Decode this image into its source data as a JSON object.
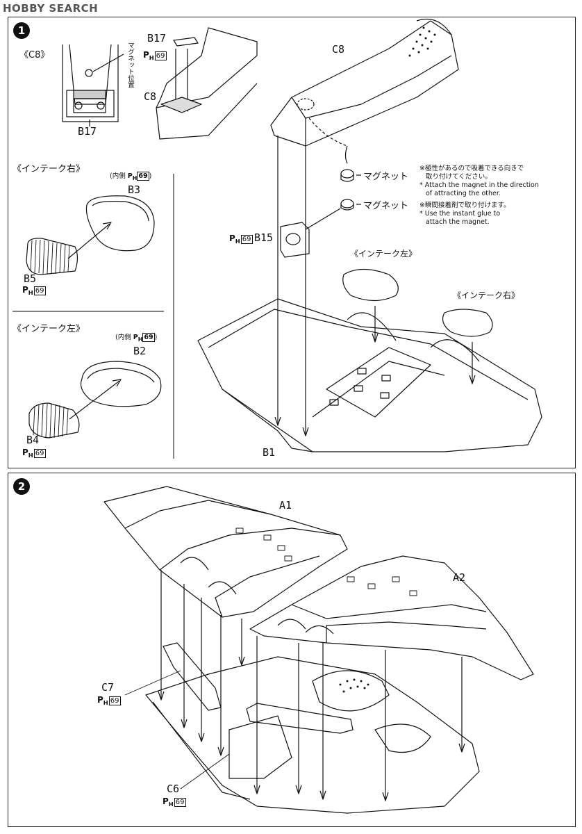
{
  "watermark": "HOBBY SEARCH",
  "step1": {
    "number": "1",
    "c8_section_label": "《C8》",
    "magnet_position_note": "マグネット位置",
    "b17": "B17",
    "b17_top": "B17",
    "c8_left": "C8",
    "c8_main": "C8",
    "ref_page": "69",
    "intake_right_heading": "《インテーク右》",
    "intake_left_heading": "《インテーク左》",
    "inner_label": "内側",
    "b3": "B3",
    "b5": "B5",
    "b2": "B2",
    "b4": "B4",
    "b15": "B15",
    "b1": "B1",
    "magnet1": "マグネット",
    "magnet2": "マグネット",
    "note1_jp": "※極性があるので吸着できる向きで取り付けてください。",
    "note1_jp_line1": "※極性があるので吸着できる向きで",
    "note1_jp_line2": "取り付けてください。",
    "note1_en_line1": "* Attach the magnet in the direction",
    "note1_en_line2": "of attracting the other.",
    "note2_jp": "※瞬間接着剤で取り付けます。",
    "note2_en_line1": "* Use the instant glue to",
    "note2_en_line2": "attach the magnet.",
    "intake_left_tag": "《インテーク左》",
    "intake_right_tag": "《インテーク右》"
  },
  "step2": {
    "number": "2",
    "a1": "A1",
    "a2": "A2",
    "c7": "C7",
    "c6": "C6",
    "ref_page": "69"
  },
  "ref_prefix": "P",
  "ref_sub": "H"
}
